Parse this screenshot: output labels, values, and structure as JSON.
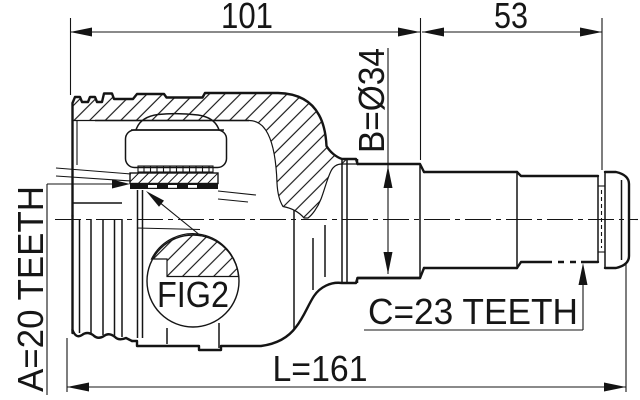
{
  "drawing": {
    "type": "cv-joint-cross-section",
    "callout": "FIG2",
    "dimensions": {
      "housing_length": "101",
      "shaft_length": "53",
      "overall_length": "L=161",
      "boot_seat_diameter": "B=Ø34",
      "inner_spline": "A=20 TEETH",
      "outer_spline": "C=23 TEETH"
    },
    "colors": {
      "line": "#141414",
      "background": "#ffffff"
    }
  }
}
